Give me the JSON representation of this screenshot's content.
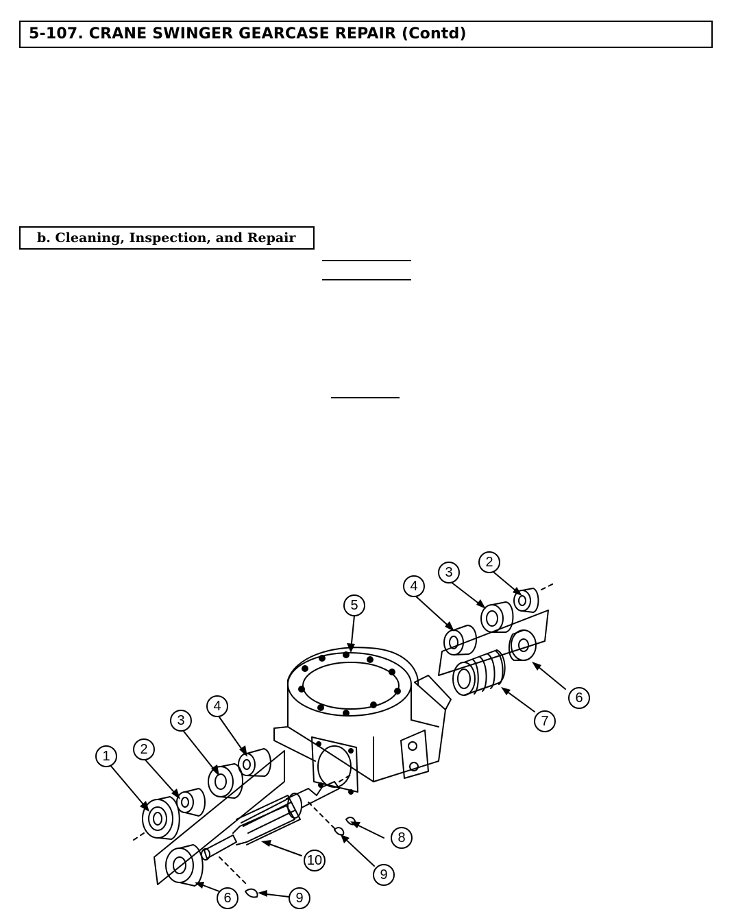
{
  "header": {
    "title": "5-107. CRANE SWINGER GEARCASE REPAIR (Contd)"
  },
  "section": {
    "title": "b. Cleaning, Inspection, and Repair"
  },
  "figure": {
    "callouts": [
      "1",
      "2",
      "3",
      "4",
      "5",
      "6",
      "7",
      "8",
      "9",
      "10",
      "2",
      "3",
      "4",
      "6",
      "9"
    ]
  }
}
